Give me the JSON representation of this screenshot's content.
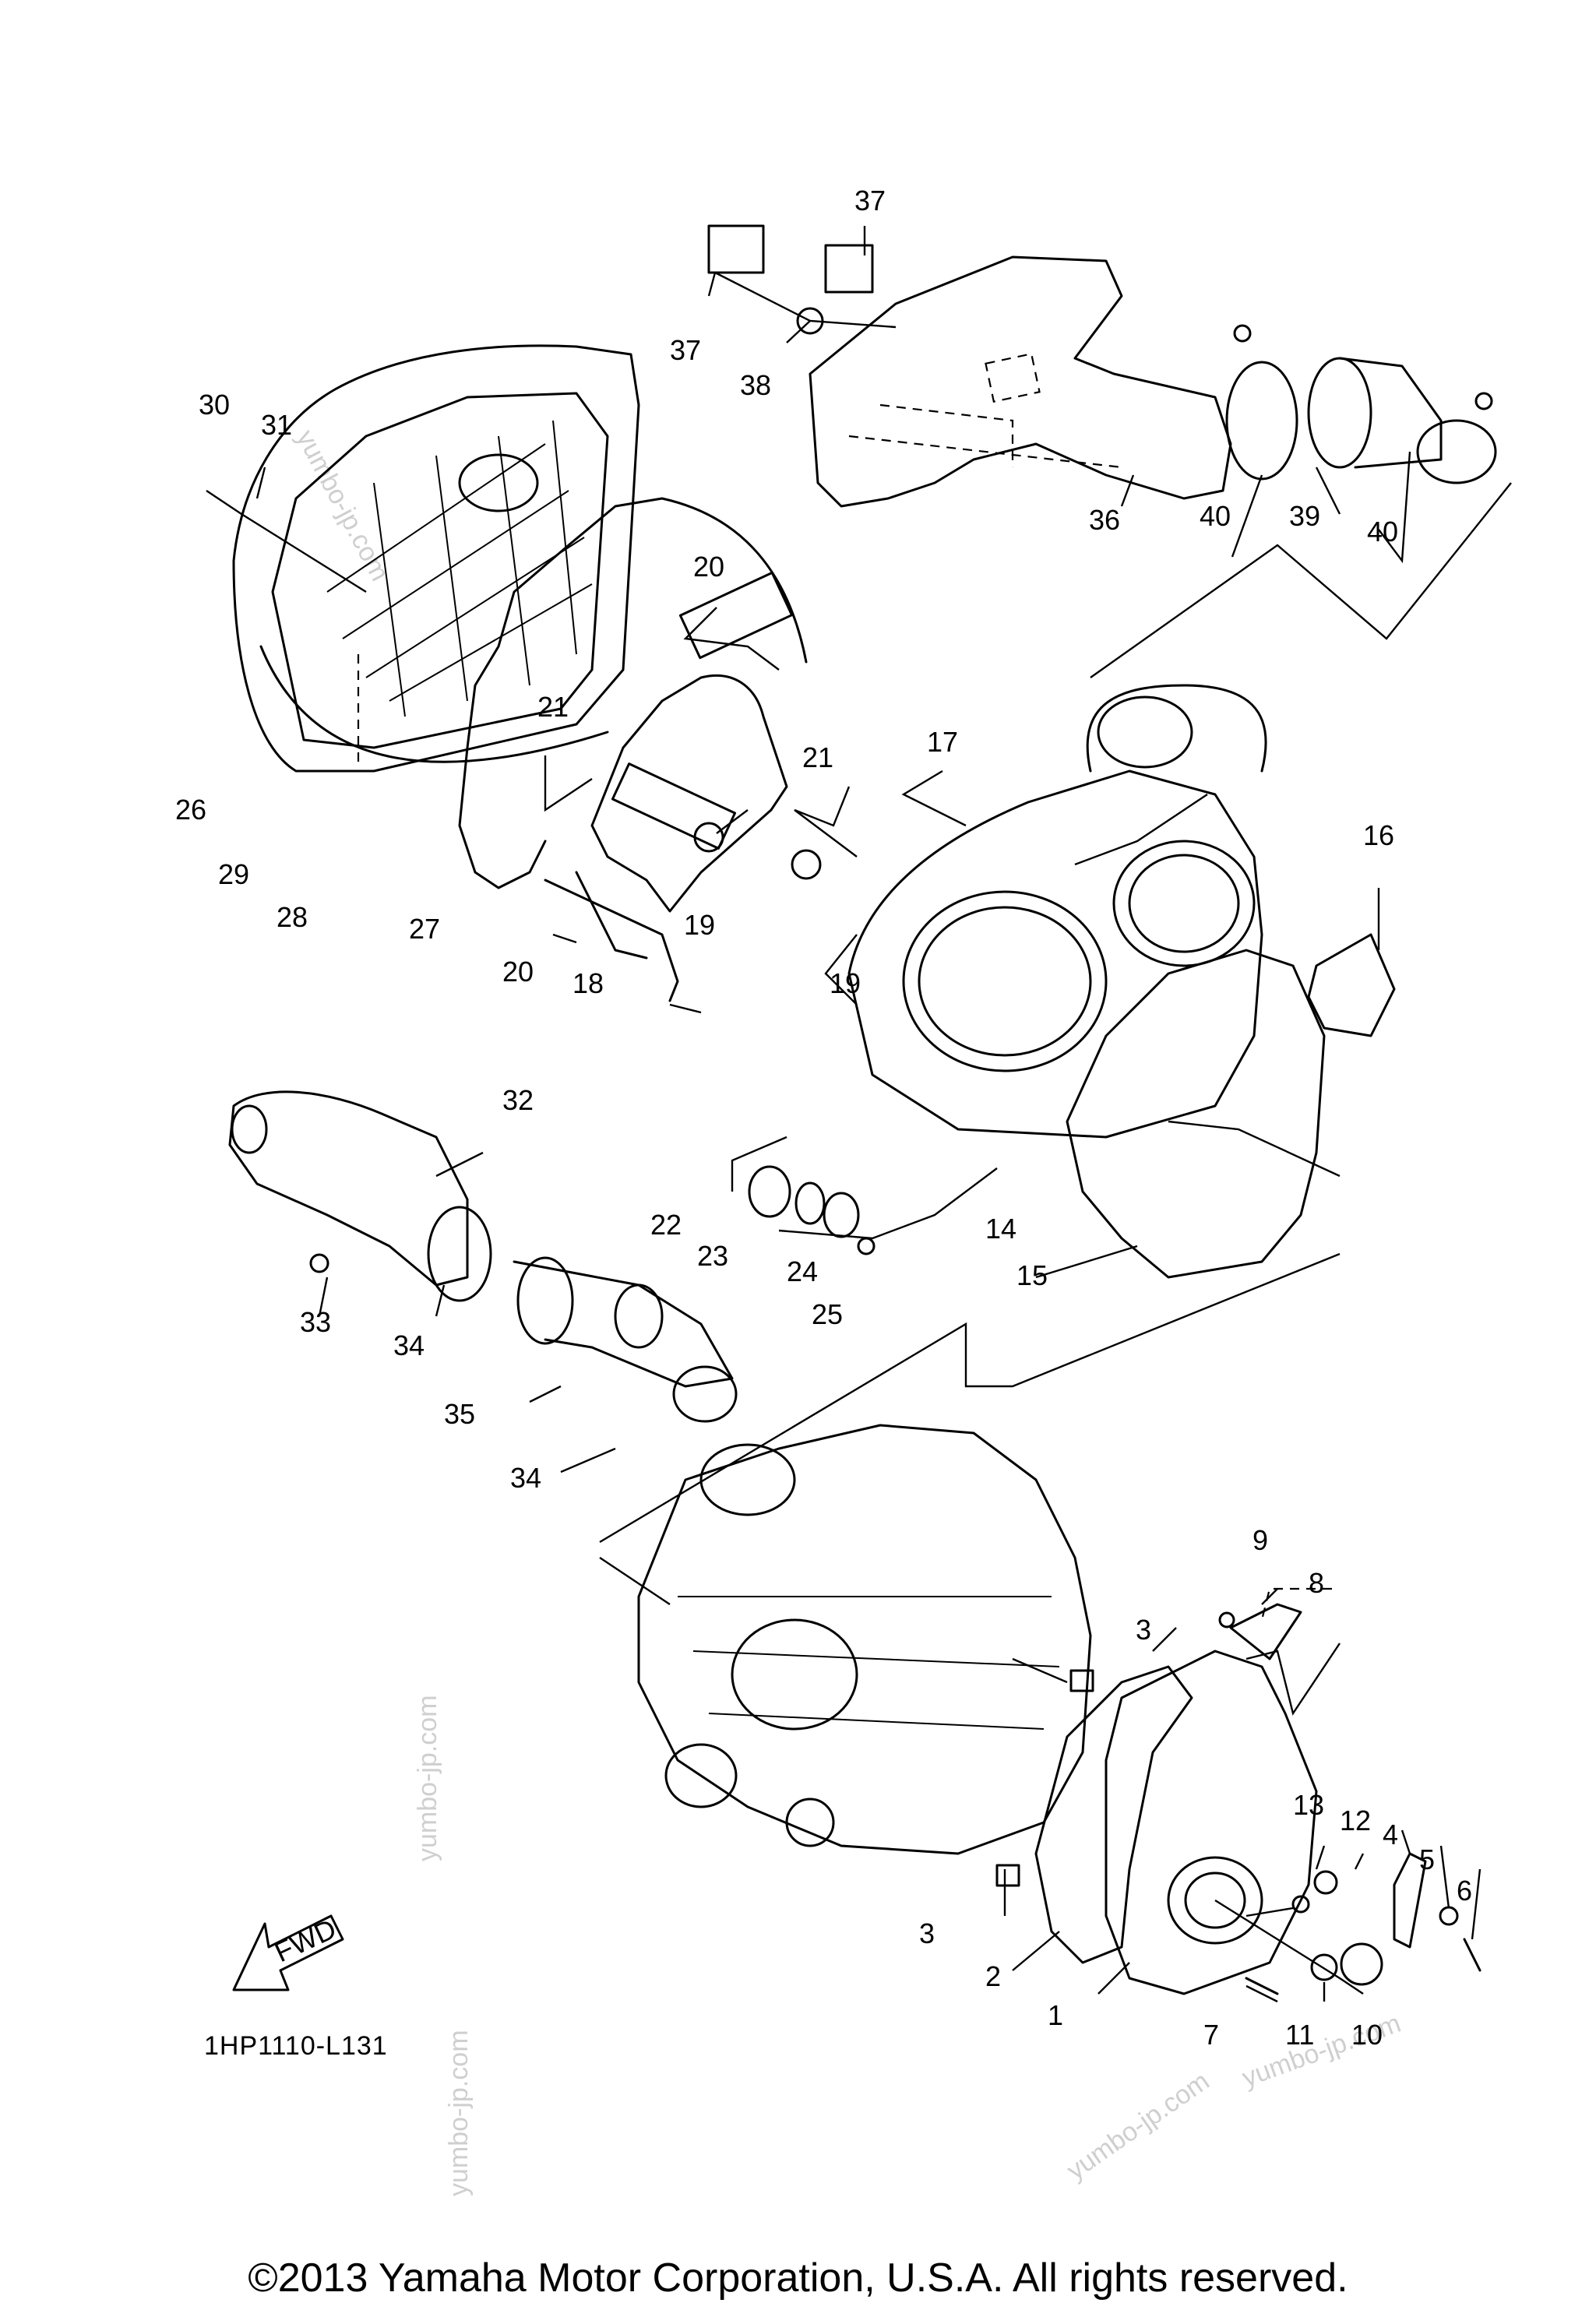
{
  "diagram": {
    "drawing_code": "1HP1110-L131",
    "fwd_label": "FWD",
    "copyright": "©2013 Yamaha Motor Corporation, U.S.A. All rights reserved.",
    "watermark": "yumbo-jp.com",
    "callouts": [
      "1",
      "2",
      "3",
      "3",
      "4",
      "5",
      "6",
      "7",
      "8",
      "9",
      "10",
      "11",
      "12",
      "13",
      "14",
      "15",
      "16",
      "17",
      "18",
      "19",
      "19",
      "20",
      "20",
      "21",
      "21",
      "22",
      "23",
      "24",
      "25",
      "26",
      "27",
      "28",
      "29",
      "30",
      "31",
      "32",
      "33",
      "34",
      "34",
      "35",
      "36",
      "37",
      "37",
      "38",
      "39",
      "40",
      "40"
    ]
  }
}
